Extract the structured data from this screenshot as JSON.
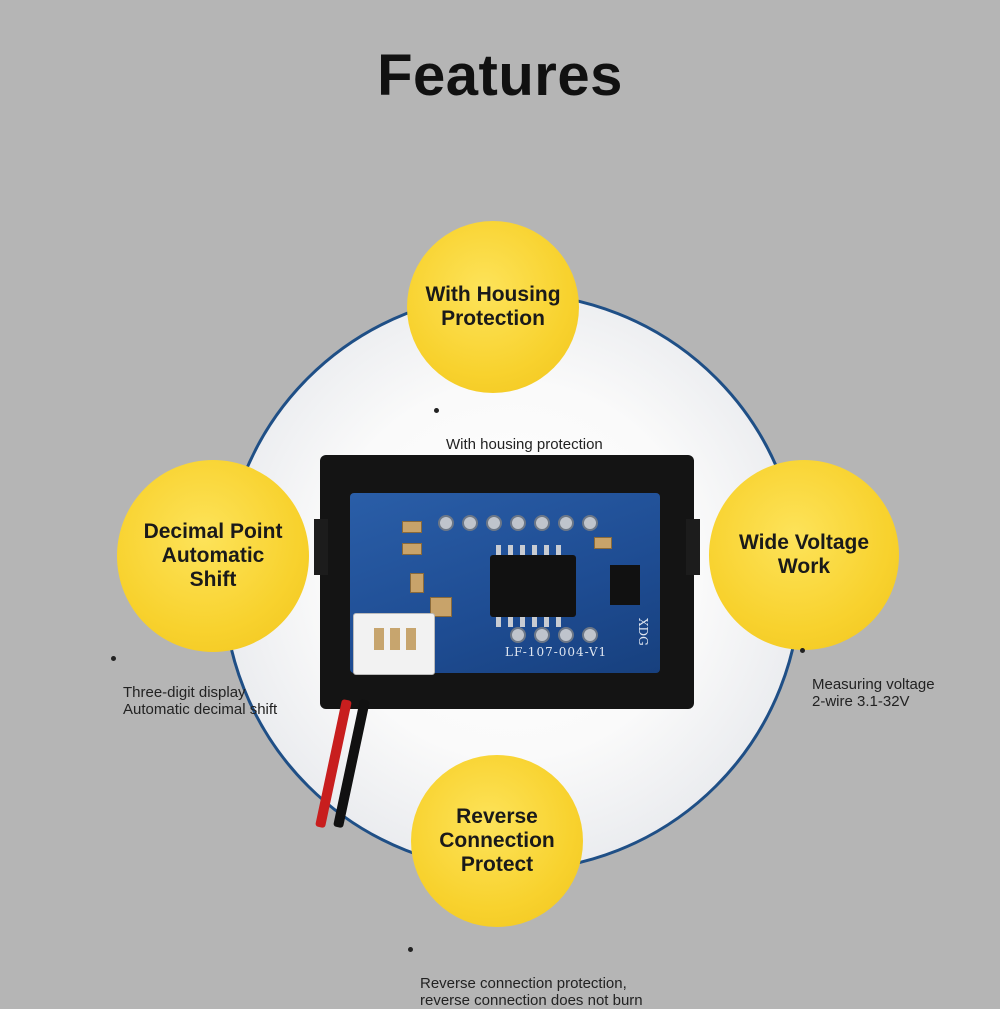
{
  "title": "Features",
  "features": {
    "top": {
      "label": "With Housing\nProtection",
      "note": "With housing protection"
    },
    "left": {
      "label": "Decimal Point\nAutomatic\nShift",
      "note": "Three-digit display\nAutomatic decimal shift"
    },
    "right": {
      "label": "Wide Voltage\nWork",
      "note": "Measuring voltage\n2-wire 3.1-32V"
    },
    "bottom": {
      "label": "Reverse\nConnection\nProtect",
      "note": "Reverse connection protection,\nreverse connection does not burn"
    }
  },
  "device": {
    "pcb_label": "LF-107-004-V1",
    "pcb_side_label": "XDG"
  },
  "colors": {
    "background": "#b5b5b5",
    "bubble": "#f8d22e",
    "ring": "#1f4f86",
    "pcb": "#1e4c92"
  }
}
